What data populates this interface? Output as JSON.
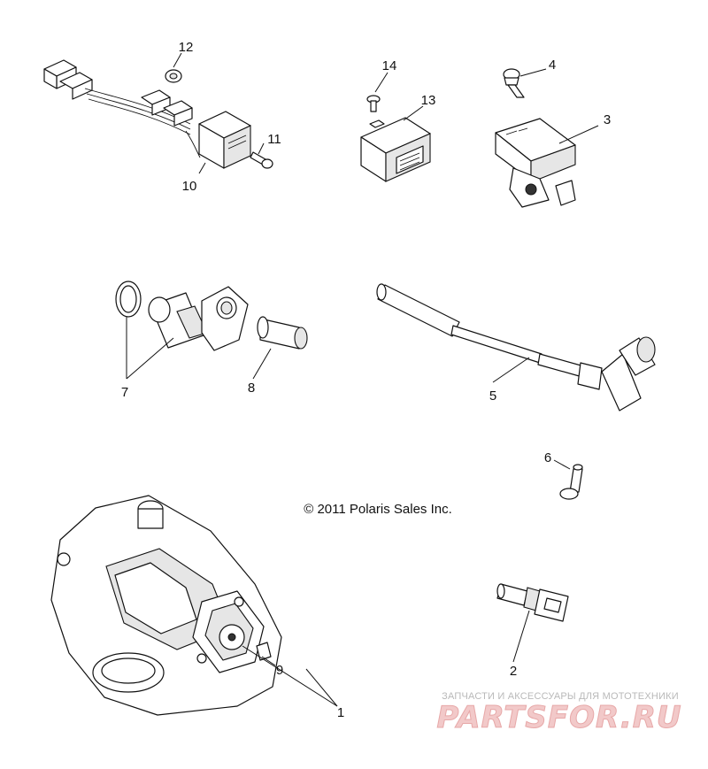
{
  "copyright": "© 2011 Polaris Sales Inc.",
  "watermark": {
    "tagline": "ЗАПЧАСТИ И АКСЕССУАРЫ ДЛЯ МОТОТЕХНИКИ",
    "logo": "PARTSFOR.RU"
  },
  "callouts": {
    "c1": "1",
    "c2": "2",
    "c3": "3",
    "c4": "4",
    "c5": "5",
    "c6": "6",
    "c7": "7",
    "c8": "8",
    "c9": "9",
    "c10": "10",
    "c11": "11",
    "c12": "12",
    "c13": "13",
    "c14": "14"
  }
}
